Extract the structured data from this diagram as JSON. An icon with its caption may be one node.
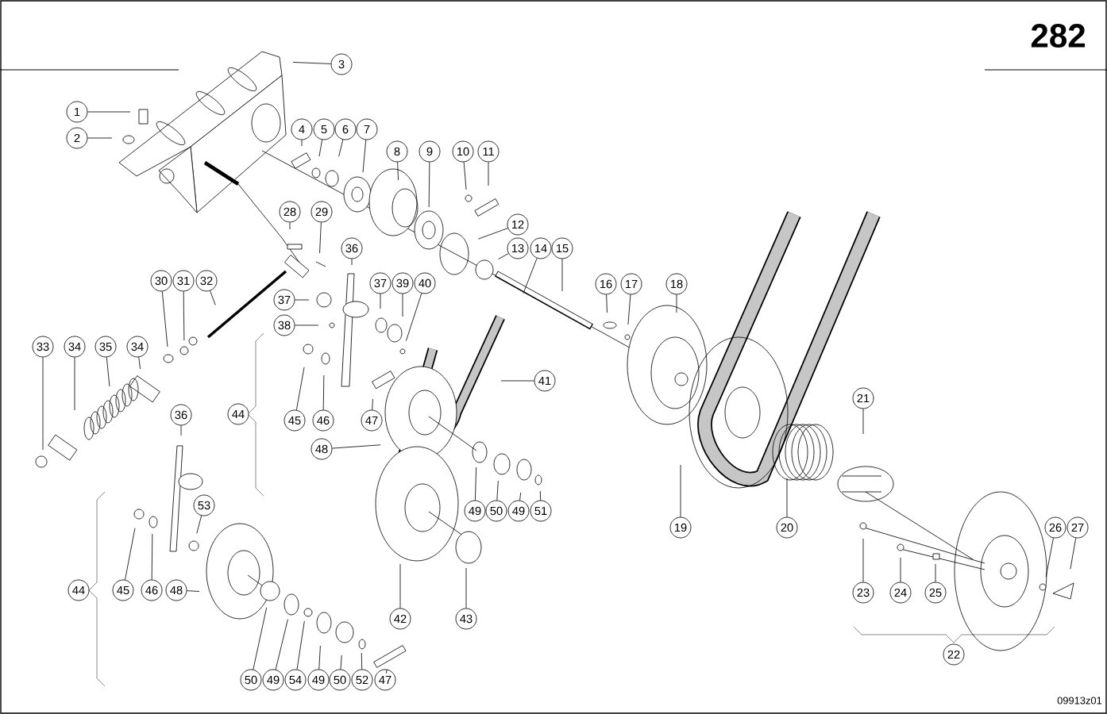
{
  "diagram": {
    "nodes": [
      {
        "text": [
          "1"
        ]
      },
      {
        "text": [
          "2"
        ]
      },
      {
        "text": [
          "3"
        ]
      },
      {
        "text": [
          "4"
        ]
      },
      {
        "text": [
          "5"
        ]
      },
      {
        "text": [
          "6"
        ]
      },
      {
        "text": [
          "7"
        ]
      },
      {
        "text": [
          "8"
        ]
      },
      {
        "text": [
          "9"
        ]
      },
      {
        "text": [
          "10"
        ]
      },
      {
        "text": [
          "11"
        ]
      },
      {
        "text": [
          "12"
        ]
      },
      {
        "text": [
          "13"
        ]
      },
      {
        "text": [
          "14"
        ]
      },
      {
        "text": [
          "15"
        ]
      },
      {
        "text": [
          "16"
        ]
      },
      {
        "text": [
          "17"
        ]
      },
      {
        "text": [
          "18"
        ]
      },
      {
        "text": [
          "28"
        ]
      },
      {
        "text": [
          "29"
        ]
      },
      {
        "text": [
          "36"
        ]
      },
      {
        "text": [
          "30"
        ]
      },
      {
        "text": [
          "31"
        ]
      },
      {
        "text": [
          "32"
        ]
      },
      {
        "text": [
          "37"
        ]
      },
      {
        "text": [
          "37"
        ]
      },
      {
        "text": [
          "39"
        ]
      },
      {
        "text": [
          "40"
        ]
      },
      {
        "text": [
          "38"
        ]
      },
      {
        "text": [
          "33"
        ]
      },
      {
        "text": [
          "34"
        ]
      },
      {
        "text": [
          "35"
        ]
      },
      {
        "text": [
          "34"
        ]
      },
      {
        "text": [
          "41"
        ]
      },
      {
        "text": [
          "44"
        ]
      },
      {
        "text": [
          "45"
        ]
      },
      {
        "text": [
          "46"
        ]
      },
      {
        "text": [
          "47"
        ]
      },
      {
        "text": [
          "48"
        ]
      },
      {
        "text": [
          "21"
        ]
      },
      {
        "text": [
          "36"
        ]
      },
      {
        "text": [
          "49"
        ]
      },
      {
        "text": [
          "50"
        ]
      },
      {
        "text": [
          "49"
        ]
      },
      {
        "text": [
          "51"
        ]
      },
      {
        "text": [
          "53"
        ]
      },
      {
        "text": [
          "19"
        ]
      },
      {
        "text": [
          "20"
        ]
      },
      {
        "text": [
          "26"
        ]
      },
      {
        "text": [
          "27"
        ]
      },
      {
        "text": [
          "44"
        ]
      },
      {
        "text": [
          "45"
        ]
      },
      {
        "text": [
          "46"
        ]
      },
      {
        "text": [
          "48"
        ]
      },
      {
        "text": [
          "23"
        ]
      },
      {
        "text": [
          "24"
        ]
      },
      {
        "text": [
          "25"
        ]
      },
      {
        "text": [
          "42"
        ]
      },
      {
        "text": [
          "43"
        ]
      },
      {
        "text": [
          "22"
        ]
      },
      {
        "text": [
          "50"
        ]
      },
      {
        "text": [
          "49"
        ]
      },
      {
        "text": [
          "54"
        ]
      },
      {
        "text": [
          "49"
        ]
      },
      {
        "text": [
          "50"
        ]
      },
      {
        "text": [
          "52"
        ]
      },
      {
        "text": [
          "47"
        ]
      }
    ],
    "edges": [
      {
        "from": 0,
        "to": null,
        "arrow": "none"
      },
      {
        "from": 1,
        "to": null,
        "arrow": "none"
      },
      {
        "from": 2,
        "to": null,
        "arrow": "none"
      },
      {
        "from": 3,
        "to": null,
        "arrow": "none"
      },
      {
        "from": 4,
        "to": null,
        "arrow": "none"
      },
      {
        "from": 5,
        "to": null,
        "arrow": "none"
      },
      {
        "from": 6,
        "to": null,
        "arrow": "none"
      },
      {
        "from": 7,
        "to": null,
        "arrow": "none"
      },
      {
        "from": 8,
        "to": null,
        "arrow": "none"
      },
      {
        "from": 9,
        "to": null,
        "arrow": "none"
      },
      {
        "from": 10,
        "to": null,
        "arrow": "none"
      },
      {
        "from": 11,
        "to": null,
        "arrow": "none"
      },
      {
        "from": 12,
        "to": null,
        "arrow": "none"
      },
      {
        "from": 13,
        "to": null,
        "arrow": "none"
      },
      {
        "from": 14,
        "to": null,
        "arrow": "none"
      },
      {
        "from": 15,
        "to": null,
        "arrow": "none"
      },
      {
        "from": 16,
        "to": null,
        "arrow": "none"
      },
      {
        "from": 17,
        "to": null,
        "arrow": "none"
      },
      {
        "from": 18,
        "to": null,
        "arrow": "none"
      },
      {
        "from": 19,
        "to": null,
        "arrow": "none"
      },
      {
        "from": 20,
        "to": null,
        "arrow": "none"
      },
      {
        "from": 21,
        "to": null,
        "arrow": "none"
      },
      {
        "from": 22,
        "to": null,
        "arrow": "none"
      },
      {
        "from": 23,
        "to": null,
        "arrow": "none"
      },
      {
        "from": 24,
        "to": null,
        "arrow": "none"
      },
      {
        "from": 25,
        "to": null,
        "arrow": "none"
      },
      {
        "from": 26,
        "to": null,
        "arrow": "none"
      },
      {
        "from": 27,
        "to": null,
        "arrow": "none"
      },
      {
        "from": 28,
        "to": null,
        "arrow": "none"
      },
      {
        "from": 29,
        "to": null,
        "arrow": "none"
      },
      {
        "from": 30,
        "to": null,
        "arrow": "none"
      },
      {
        "from": 31,
        "to": null,
        "arrow": "none"
      },
      {
        "from": 32,
        "to": null,
        "arrow": "none"
      },
      {
        "from": 33,
        "to": null,
        "arrow": "none"
      },
      {
        "from": 35,
        "to": null,
        "arrow": "none"
      },
      {
        "from": 36,
        "to": null,
        "arrow": "none"
      },
      {
        "from": 37,
        "to": null,
        "arrow": "none"
      },
      {
        "from": 38,
        "to": null,
        "arrow": "none"
      },
      {
        "from": 39,
        "to": null,
        "arrow": "none"
      },
      {
        "from": 40,
        "to": null,
        "arrow": "none"
      },
      {
        "from": 41,
        "to": null,
        "arrow": "none"
      },
      {
        "from": 42,
        "to": null,
        "arrow": "none"
      },
      {
        "from": 43,
        "to": null,
        "arrow": "none"
      },
      {
        "from": 44,
        "to": null,
        "arrow": "none"
      },
      {
        "from": 45,
        "to": null,
        "arrow": "none"
      },
      {
        "from": 46,
        "to": null,
        "arrow": "none"
      },
      {
        "from": 47,
        "to": null,
        "arrow": "none"
      },
      {
        "from": 48,
        "to": null,
        "arrow": "none"
      },
      {
        "from": 49,
        "to": null,
        "arrow": "none"
      },
      {
        "from": 51,
        "to": null,
        "arrow": "none"
      },
      {
        "from": 52,
        "to": null,
        "arrow": "none"
      },
      {
        "from": 53,
        "to": null,
        "arrow": "none"
      },
      {
        "from": 54,
        "to": null,
        "arrow": "none"
      },
      {
        "from": 55,
        "to": null,
        "arrow": "none"
      },
      {
        "from": 56,
        "to": null,
        "arrow": "none"
      },
      {
        "from": 57,
        "to": null,
        "arrow": "none"
      },
      {
        "from": 58,
        "to": null,
        "arrow": "none"
      },
      {
        "from": 60,
        "to": null,
        "arrow": "none"
      },
      {
        "from": 61,
        "to": null,
        "arrow": "none"
      },
      {
        "from": 62,
        "to": null,
        "arrow": "none"
      },
      {
        "from": 63,
        "to": null,
        "arrow": "none"
      },
      {
        "from": 64,
        "to": null,
        "arrow": "none"
      },
      {
        "from": 65,
        "to": null,
        "arrow": "none"
      },
      {
        "from": 66,
        "to": null,
        "arrow": "none"
      }
    ],
    "labels": [
      "282",
      "09913z01"
    ]
  }
}
